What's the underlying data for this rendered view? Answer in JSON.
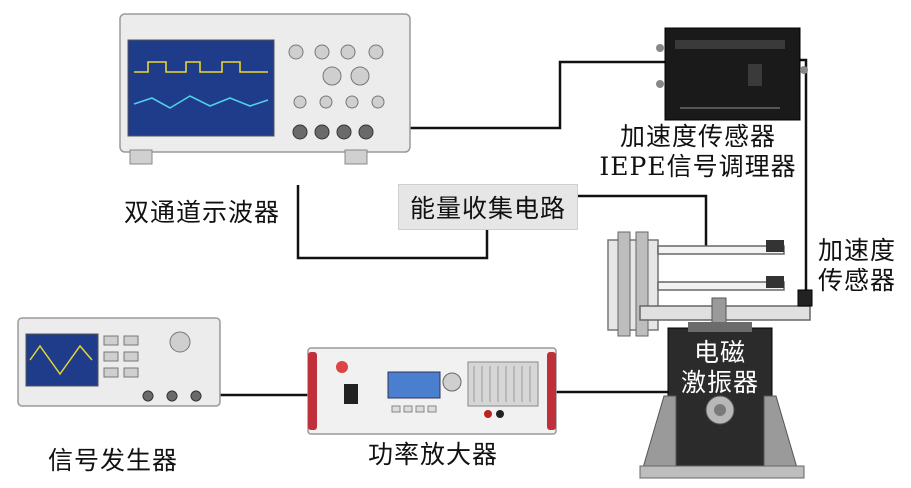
{
  "labels": {
    "oscilloscope": "双通道示波器",
    "energy_circuit": "能量收集电路",
    "conditioner_line1": "加速度传感器",
    "conditioner_line2": "IEPE信号调理器",
    "accel_sensor_line1": "加速度",
    "accel_sensor_line2": "传感器",
    "exciter_line1": "电磁",
    "exciter_line2": "激振器",
    "signal_generator": "信号发生器",
    "power_amplifier": "功率放大器"
  },
  "colors": {
    "wire": "#111111",
    "device_body": "#ececec",
    "screen": "#1e3c8a",
    "conditioner_body": "#1a1a1a",
    "exciter_body": "#2b2b2b",
    "amp_handle": "#c0303a"
  }
}
